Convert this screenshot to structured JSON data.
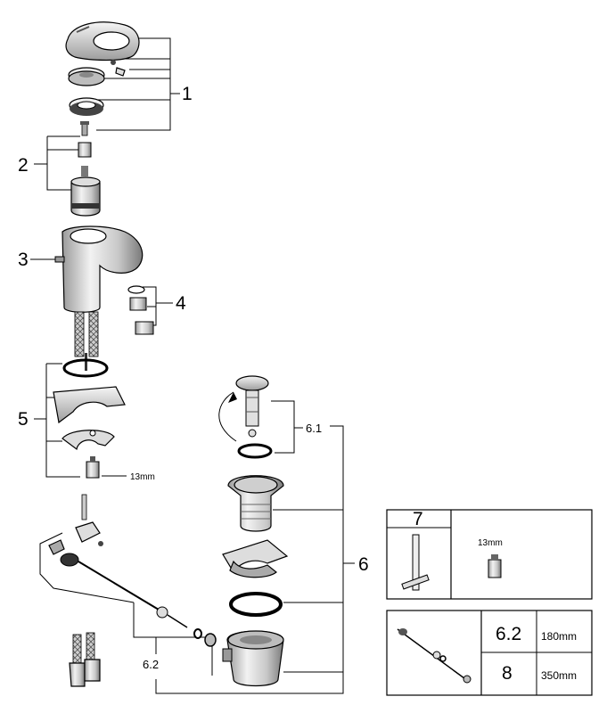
{
  "callouts": {
    "c1": "1",
    "c2": "2",
    "c3": "3",
    "c4": "4",
    "c5": "5",
    "c6": "6",
    "c61": "6.1",
    "c62": "6.2"
  },
  "annotations": {
    "nut_size": "13mm"
  },
  "tool_box": {
    "number": "7",
    "size_label": "13mm"
  },
  "rod_table": {
    "rows": [
      {
        "part": "6.2",
        "length": "180mm"
      },
      {
        "part": "8",
        "length": "350mm"
      }
    ]
  },
  "colors": {
    "line": "#000000",
    "metal_light": "#e6e6e6",
    "metal_mid": "#bdbdbd",
    "metal_dark": "#6e6e6e"
  }
}
